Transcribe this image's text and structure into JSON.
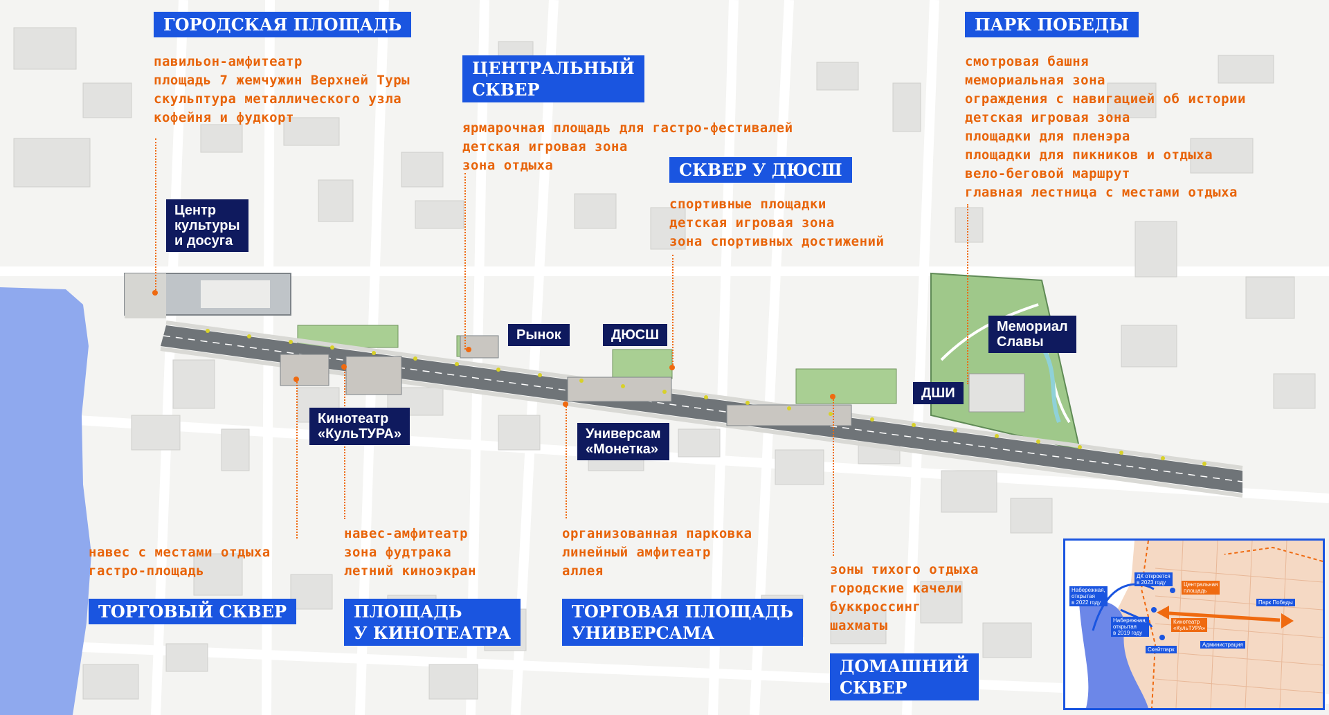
{
  "colors": {
    "zone_title_bg": "#1a55e0",
    "facility_bg": "#0f1a5e",
    "feature_text": "#e8640a",
    "water": "#8fa9ee",
    "park": "#9fc88a",
    "road": "#6f7478"
  },
  "zones": {
    "gorodskaya": {
      "title": "ГОРОДСКАЯ ПЛОЩАДЬ",
      "features": [
        "павильон-амфитеатр",
        "площадь 7 жемчужин Верхней Туры",
        "скульптура металлического узла",
        "кофейня и фудкорт"
      ]
    },
    "centralny": {
      "title": "ЦЕНТРАЛЬНЫЙ\nСКВЕР",
      "features": [
        "ярмарочная площадь для гастро-фестивалей",
        "детская игровая зона",
        "зона отдыха"
      ]
    },
    "dyussh": {
      "title": "СКВЕР У ДЮСШ",
      "features": [
        "спортивные площадки",
        "детская игровая зона",
        "зона спортивных достижений"
      ]
    },
    "park": {
      "title": "ПАРК ПОБЕДЫ",
      "features": [
        "смотровая башня",
        "мемориальная зона",
        "ограждения с навигацией об истории",
        "детская игровая зона",
        "площадки для пленэра",
        "площадки для пикников и отдыха",
        "вело-беговой маршрут",
        "главная лестница с местами отдыха"
      ]
    },
    "torgovy": {
      "title": "ТОРГОВЫЙ СКВЕР",
      "features": [
        "навес с местами отдыха",
        "гастро-площадь"
      ]
    },
    "kino": {
      "title": "ПЛОЩАДЬ\nУ КИНОТЕАТРА",
      "features": [
        "навес-амфитеатр",
        "зона фудтрака",
        "летний киноэкран"
      ]
    },
    "universam": {
      "title": "ТОРГОВАЯ ПЛОЩАДЬ\nУНИВЕРСАМА",
      "features": [
        "организованная парковка",
        "линейный амфитеатр",
        "аллея"
      ]
    },
    "domashny": {
      "title": "ДОМАШНИЙ\nСКВЕР",
      "features": [
        "зоны тихого отдыха",
        "городские качели",
        "буккроссинг",
        "шахматы"
      ]
    }
  },
  "facilities": {
    "culture_center": "Центр\nкультуры\nи досуга",
    "market": "Рынок",
    "dyussh": "ДЮСШ",
    "memorial": "Мемориал\nСлавы",
    "dshi": "ДШИ",
    "cinema": "Кинотеатр\n«КульТУРА»",
    "universam": "Универсам\n«Монетка»"
  },
  "inset": {
    "labels": {
      "dk": "ДК откроется\nв 2023 году",
      "central_square": "Центральная\nплощадь",
      "embankment_2022": "Набережная,\nоткрытая\nв 2022 году",
      "embankment_2019": "Набережная,\nоткрытая\nв 2019 году",
      "cinema": "Кинотеатр\n«КульТУРА»",
      "skatepark": "Скейтпарк",
      "administration": "Администрация",
      "victory_park": "Парк Победы"
    }
  }
}
